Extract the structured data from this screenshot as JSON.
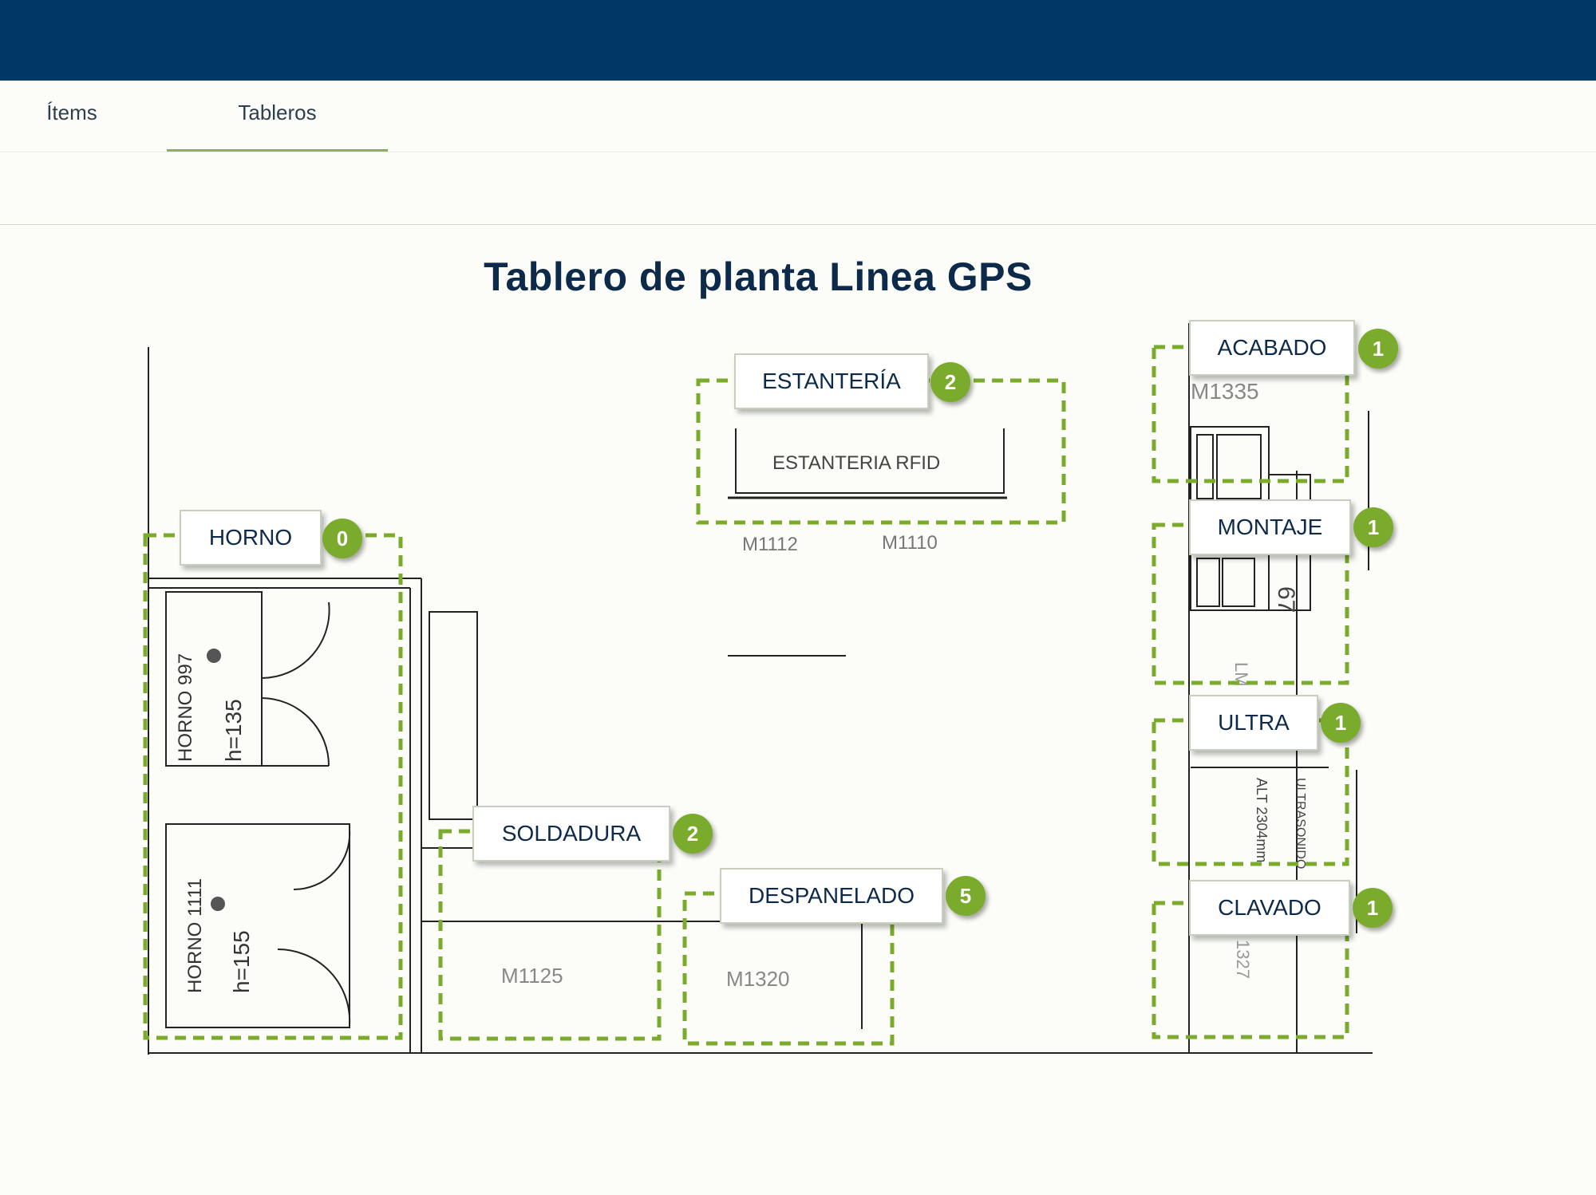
{
  "nav": {
    "tabs": [
      {
        "label": "Ítems"
      },
      {
        "label": "Tableros"
      }
    ]
  },
  "page": {
    "title": "Tablero de planta Linea GPS"
  },
  "plan": {
    "zones": [
      {
        "label": "HORNO",
        "count": "0"
      },
      {
        "label": "ESTANTERÍA",
        "count": "2"
      },
      {
        "label": "ACABADO",
        "count": "1"
      },
      {
        "label": "MONTAJE",
        "count": "1"
      },
      {
        "label": "ULTRA",
        "count": "1"
      },
      {
        "label": "SOLDADURA",
        "count": "2"
      },
      {
        "label": "DESPANELADO",
        "count": "5"
      },
      {
        "label": "CLAVADO",
        "count": "1"
      }
    ],
    "floorplan_text": {
      "estanteria_rfid": "ESTANTERIA RFID",
      "m1112": "M1112",
      "m1110": "M1110",
      "m1335": "M1335",
      "m1125": "M1125",
      "m1320": "M1320",
      "m1327": "1327",
      "n67": "67",
      "lm": "LM",
      "horno997": "HORNO 997",
      "h135": "h=135",
      "horno1111": "HORNO 1111",
      "h155": "h=155",
      "alt": "ALT 2304mm",
      "ultrasonido": "ULTRASONIDO"
    },
    "colors": {
      "zone_border": "#7aab2c",
      "badge": "#7aab2c",
      "header": "#003865",
      "title": "#0d2a4a"
    }
  }
}
